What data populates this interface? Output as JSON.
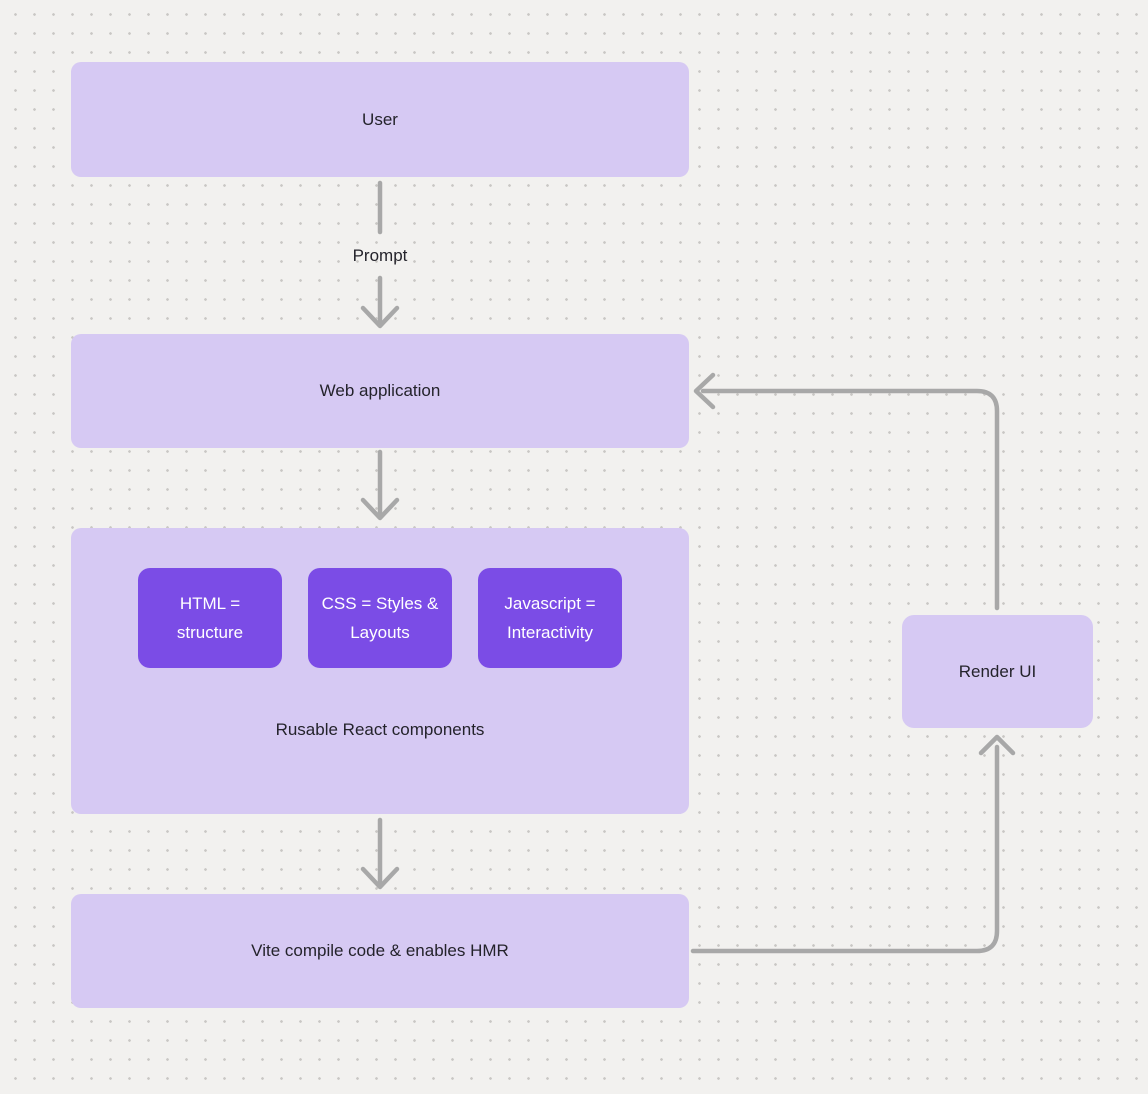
{
  "diagram": {
    "nodes": {
      "user": {
        "label": "User"
      },
      "web_application": {
        "label": "Web application"
      },
      "components": {
        "caption": "Rusable React components",
        "children": [
          {
            "label": "HTML = structure"
          },
          {
            "label": "CSS = Styles & Layouts"
          },
          {
            "label": "Javascript = Interactivity"
          }
        ]
      },
      "vite": {
        "label": "Vite compile code & enables HMR"
      },
      "render_ui": {
        "label": "Render UI"
      }
    },
    "edges": {
      "user_to_web_application": {
        "label": "Prompt"
      }
    },
    "colors": {
      "canvas_background": "#f2f1ef",
      "grid_dot": "#c9c7c4",
      "node_fill": "#d6c9f3",
      "inner_node_fill": "#7b4ce6",
      "inner_node_text": "#ffffff",
      "node_text": "#24232b",
      "connector": "#a8a8a8"
    }
  }
}
